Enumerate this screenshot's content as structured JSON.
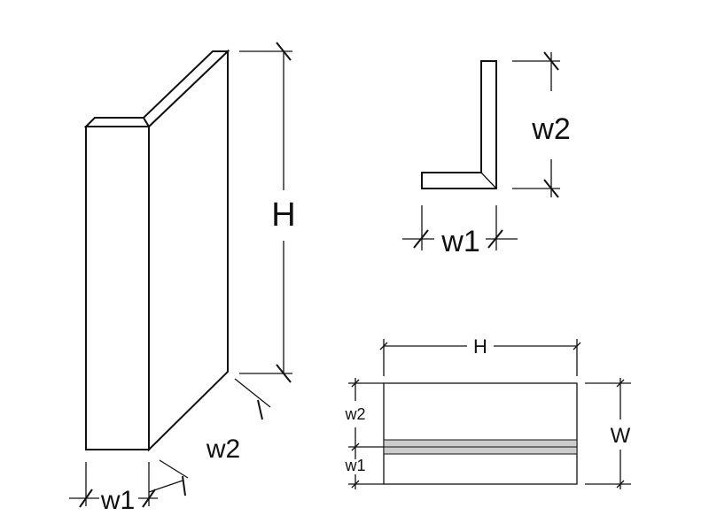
{
  "views": {
    "iso": {
      "H": "H",
      "w1": "w1",
      "w2": "w2"
    },
    "section": {
      "w1": "w1",
      "w2": "w2"
    },
    "plan": {
      "H": "H",
      "W": "W",
      "w1": "w1",
      "w2": "w2"
    }
  },
  "colors": {
    "line": "#111111",
    "band": "#cccccc",
    "background": "#ffffff"
  }
}
